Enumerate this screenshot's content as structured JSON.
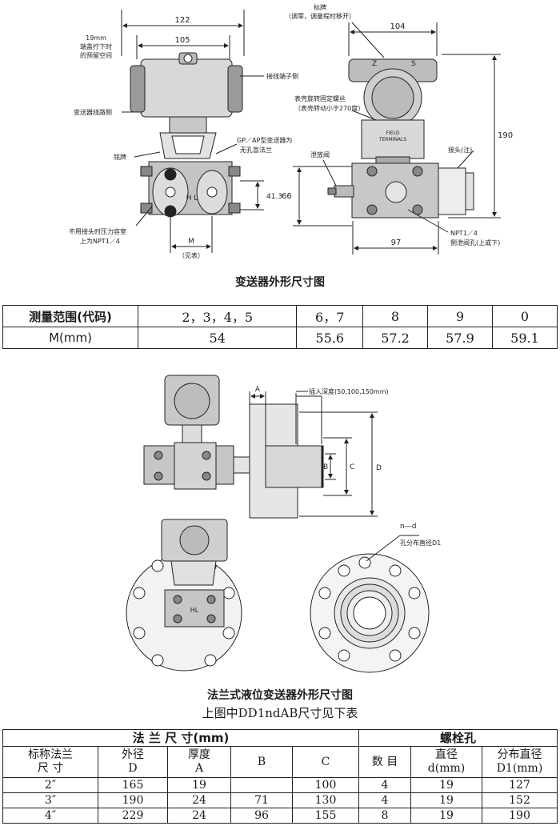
{
  "fig1": {
    "dim_122": "122",
    "dim_105": "105",
    "note_19mm": [
      "19mm",
      "端盖拧下时",
      "的预留空间"
    ],
    "label_terminal_side": "接线端子侧",
    "label_circuit_side": "变送器线路侧",
    "label_gp_ap": [
      "GP／AP型变送器为",
      "无孔盲法兰"
    ],
    "label_nameplate": "铭牌",
    "label_hl": "H  L",
    "dim_41_3": "41.3",
    "label_no_fitting": [
      "不用接头时压力容室",
      "上为NPT1／4"
    ],
    "dim_m": "M",
    "dim_m_note": "（见表）",
    "label_tag": [
      "标牌",
      "（调零，调量程时移开）"
    ],
    "dim_104": "104",
    "label_zs": [
      "Z",
      "S"
    ],
    "label_housing_screw": [
      "表壳旋转固定螺丝",
      "（表壳转动小于270度）"
    ],
    "label_field_terminals": [
      "FIELD",
      "TERMINALS"
    ],
    "dim_190": "190",
    "label_vent": "泄放阀",
    "label_joint": "接头(注)",
    "dim_66": "66",
    "label_npt": [
      "NPT1／4",
      "侧泄阀孔(上或下)"
    ],
    "dim_97": "97",
    "caption": "变送器外形尺寸图"
  },
  "range_table": {
    "header": "测量范围(代码)",
    "codes": [
      "2，3，4，5",
      "6，7",
      "8",
      "9",
      "0"
    ],
    "row_label": "M(mm)",
    "values": [
      "54",
      "55.6",
      "57.2",
      "57.9",
      "59.1"
    ]
  },
  "fig2": {
    "dim_a": "A",
    "label_insert_depth": "插入深度(50,100,150mm)",
    "dim_b": "B",
    "dim_c": "C",
    "dim_d": "D",
    "label_nd": "n—d",
    "label_d1": "孔分布直径D1",
    "label_hl": "HL",
    "caption": "法兰式液位变送器外形尺寸图",
    "subcaption": "上图中DD1ndAB尺寸见下表"
  },
  "flange_table": {
    "group_flange": "法 兰 尺 寸(mm)",
    "group_bolt": "螺栓孔",
    "col_nominal": [
      "标称法兰",
      "尺 寸"
    ],
    "col_outer": [
      "外径",
      "D"
    ],
    "col_thick": [
      "厚度",
      "A"
    ],
    "col_b": "B",
    "col_c": "C",
    "col_count": "数 目",
    "col_dia": [
      "直径",
      "d(mm)"
    ],
    "col_dist": [
      "分布直径",
      "D1(mm)"
    ],
    "rows": [
      [
        "2″",
        "165",
        "19",
        "",
        "100",
        "4",
        "19",
        "127"
      ],
      [
        "3″",
        "190",
        "24",
        "71",
        "130",
        "4",
        "19",
        "152"
      ],
      [
        "4″",
        "229",
        "24",
        "96",
        "155",
        "8",
        "19",
        "190"
      ]
    ]
  }
}
